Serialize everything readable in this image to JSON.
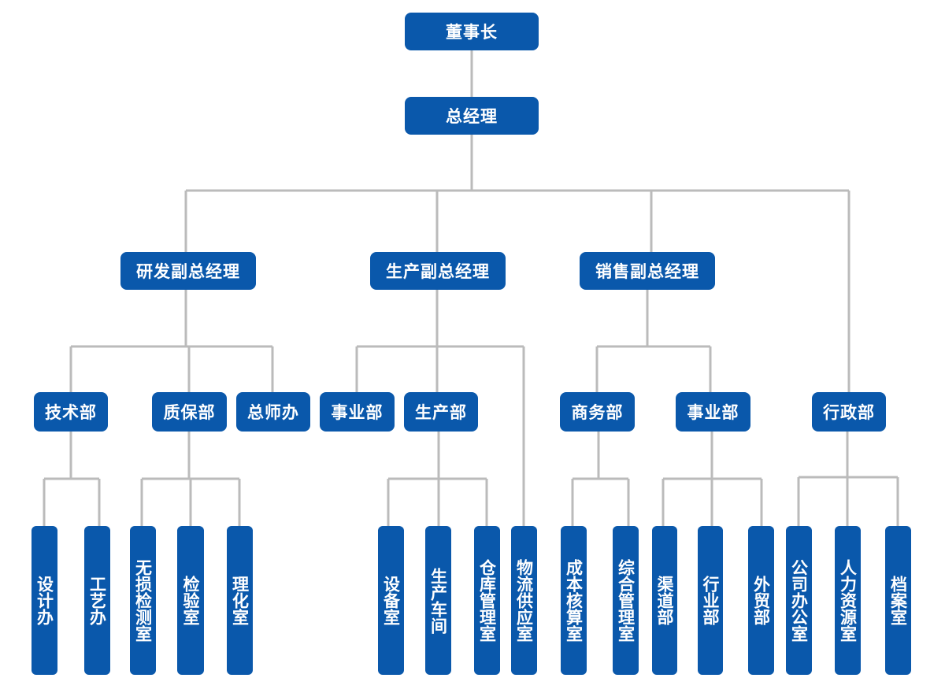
{
  "chairman": "董事长",
  "general_manager": "总经理",
  "vice_rd": "研发副总经理",
  "vice_prod": "生产副总经理",
  "vice_sales": "销售副总经理",
  "dept_tech": "技术部",
  "dept_qa": "质保部",
  "dept_engineer_office": "总师办",
  "dept_business_prod": "事业部",
  "dept_production": "生产部",
  "dept_commerce": "商务部",
  "dept_business_sales": "事业部",
  "dept_admin": "行政部",
  "office_design": "设计办",
  "office_process": "工艺办",
  "room_ndt": "无损检测室",
  "room_inspection": "检验室",
  "room_physchem": "理化室",
  "room_equipment": "设备室",
  "room_workshop": "生产车间",
  "room_warehouse": "仓库管理室",
  "room_logistics": "物流供应室",
  "room_costing": "成本核算室",
  "room_general_mgmt": "综合管理室",
  "dept_channel": "渠道部",
  "dept_industry": "行业部",
  "dept_foreign_trade": "外贸部",
  "office_company": "公司办公室",
  "room_hr": "人力资源室",
  "room_archive": "档案室",
  "colors": {
    "node": "#0a58ab",
    "line": "#bbbbbb"
  }
}
